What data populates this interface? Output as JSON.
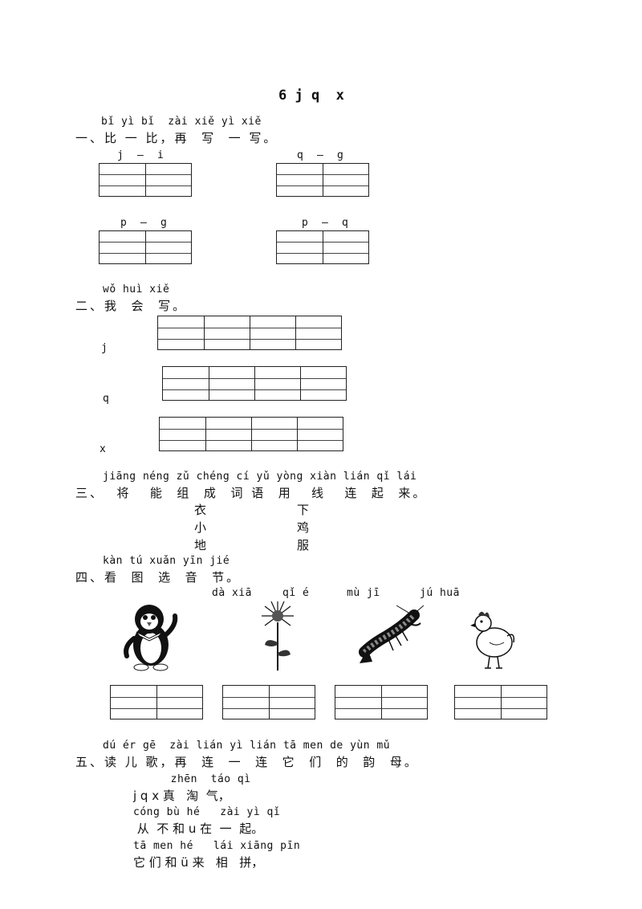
{
  "title": "6 j q  x",
  "s1": {
    "pinyin": "bǐ yì bǐ  zài xiě yì xiě",
    "heading": "一、比 一 比，再  写  一 写。",
    "pairs": [
      "j  —  i",
      "q  —  g",
      "p  —  g",
      "p  —  q"
    ]
  },
  "s2": {
    "pinyin": "wǒ huì xiě",
    "heading": "二、我  会  写。",
    "letters": [
      "j",
      "q",
      "x"
    ]
  },
  "s3": {
    "pinyin": "jiāng néng zǔ chéng cí yǔ yòng xiàn lián qǐ lái",
    "heading": "三、  将   能  组  成  词 语  用   线   连  起  来。",
    "left": [
      "衣",
      "小",
      "地"
    ],
    "right": [
      "下",
      "鸡",
      "服"
    ]
  },
  "s4": {
    "pinyin": "kàn tú xuǎn yīn jié",
    "heading": "四、看  图  选  音  节。",
    "options": [
      "dà xiā",
      "qǐ é",
      "mù jī",
      "jú huā"
    ],
    "icons": [
      "penguin-icon",
      "flower-icon",
      "shrimp-icon",
      "chicken-icon"
    ]
  },
  "s5": {
    "pinyin": "dú ér gē  zài lián yì lián tā men de yùn mǔ",
    "heading": "五、读 儿 歌，再  连  一  连  它  们  的  韵  母。",
    "poem": [
      {
        "py": "  zhēn  táo qì",
        "text": "j q x 真   淘  气，"
      },
      {
        "py": "cóng bù hé   zài yì qǐ",
        "text": " 从  不 和 u 在  一  起。"
      },
      {
        "py": "tā men hé   lái xiāng pīn",
        "text": "它 们 和 ü 来   相   拼，"
      }
    ]
  }
}
